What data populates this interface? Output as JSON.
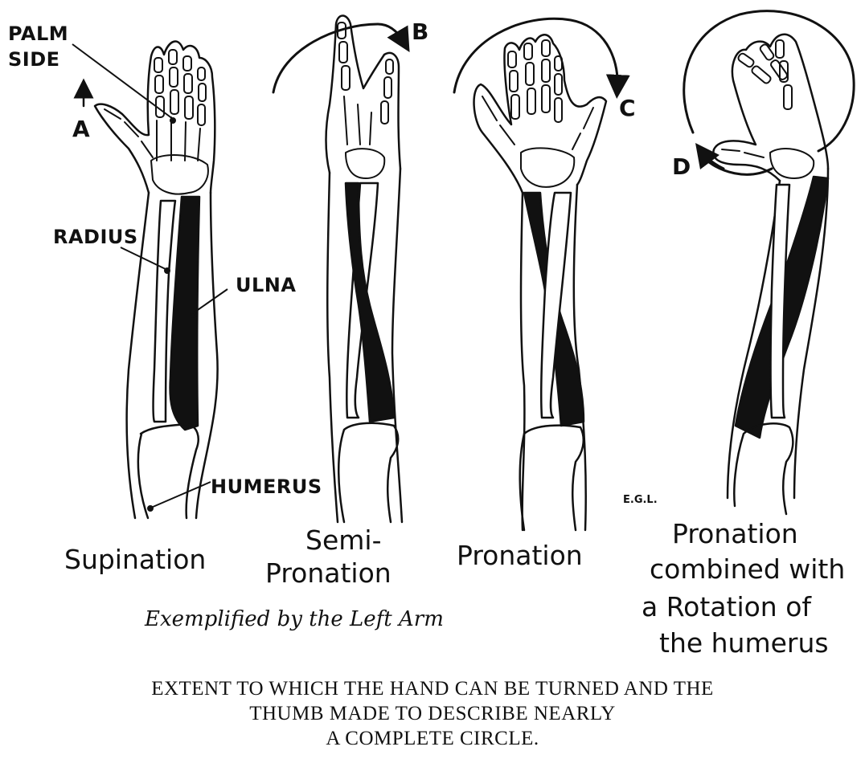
{
  "labels": {
    "palm_side_1": "PALM",
    "palm_side_2": "SIDE",
    "radius": "RADIUS",
    "ulna": "ULNA",
    "humerus": "HUMERUS",
    "a": "A",
    "b": "B",
    "c": "C",
    "d": "D",
    "signature": "E.G.L."
  },
  "titles": {
    "supination": "Supination",
    "semi_pronation_1": "Semi-",
    "semi_pronation_2": "Pronation",
    "pronation": "Pronation",
    "rotation_1": "Pronation",
    "rotation_2": "combined with",
    "rotation_3": "a Rotation of",
    "rotation_4": "the humerus"
  },
  "subtitle": "Exemplified by the Left Arm",
  "caption": [
    "EXTENT TO WHICH THE HAND CAN BE TURNED AND THE",
    "THUMB MADE TO DESCRIBE NEARLY",
    "A COMPLETE CIRCLE."
  ],
  "colors": {
    "ink": "#111111",
    "paper": "#ffffff",
    "bone_fill": "#ffffff"
  }
}
